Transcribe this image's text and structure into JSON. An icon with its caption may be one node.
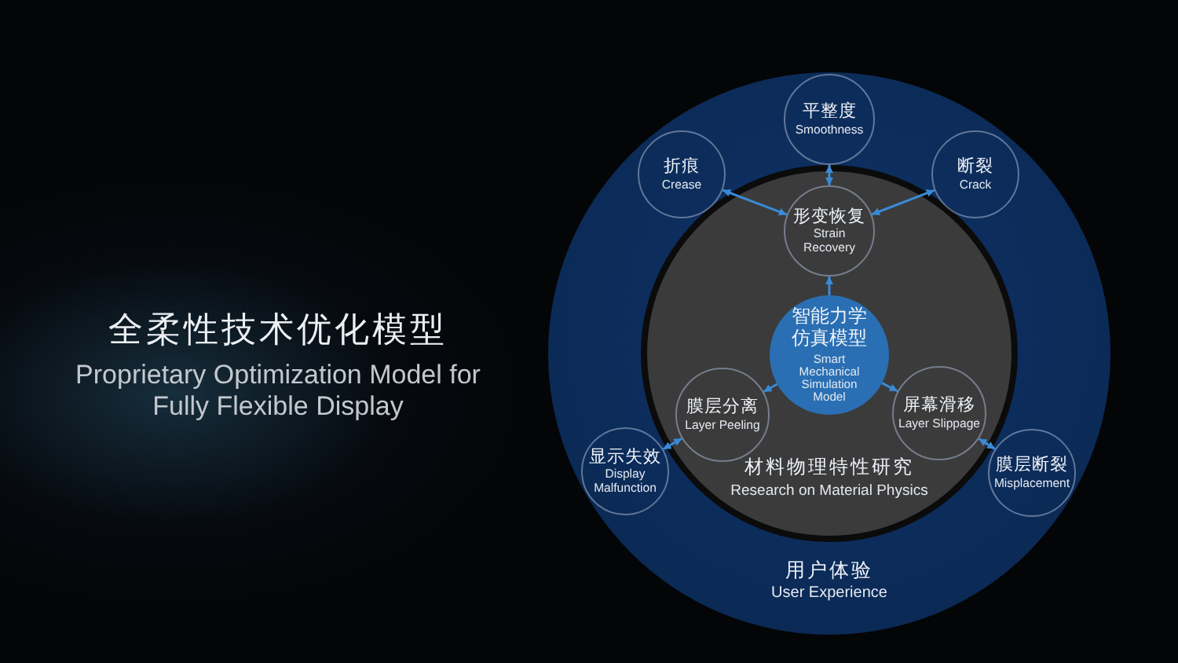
{
  "diagram": {
    "title": "全柔性技术优化模型",
    "nodes": [
      {
        "text": [
          "用户体验",
          "User Experience"
        ]
      },
      {
        "text": [
          "平整度",
          "Smoothness"
        ],
        "in": 0
      },
      {
        "text": [
          "折痕",
          "Crease"
        ],
        "in": 0
      },
      {
        "text": [
          "断裂",
          "Crack"
        ],
        "in": 0
      },
      {
        "text": [
          "材料物理特性研究",
          "Research on Material Physics"
        ],
        "in": 0
      },
      {
        "text": [
          "形变恢复",
          "Strain Recovery"
        ],
        "in": 4
      },
      {
        "text": [
          "智能力学仿真模型",
          "Smart Mechanical Simulation Model"
        ],
        "in": 4
      },
      {
        "text": [
          "膜层分离",
          "Layer Peeling"
        ],
        "in": 4
      },
      {
        "text": [
          "屏幕滑移",
          "Layer Slippage"
        ],
        "in": 4
      },
      {
        "text": [
          "显示失效",
          "Display Malfunction"
        ],
        "in": 0
      },
      {
        "text": [
          "膜层断裂",
          "Misplacement"
        ],
        "in": 0
      }
    ],
    "edges": [
      {
        "from": 5,
        "to": 1,
        "arrow": "both"
      },
      {
        "from": 5,
        "to": 2,
        "arrow": "both"
      },
      {
        "from": 5,
        "to": 3,
        "arrow": "both"
      },
      {
        "from": 6,
        "to": 5,
        "arrow": "to"
      },
      {
        "from": 6,
        "to": 7,
        "arrow": "to"
      },
      {
        "from": 6,
        "to": 8,
        "arrow": "to"
      },
      {
        "from": 7,
        "to": 9,
        "arrow": "both"
      },
      {
        "from": 8,
        "to": 10,
        "arrow": "both"
      }
    ],
    "labels": [
      "Proprietary Optimization Model for Fully Flexible Display"
    ]
  }
}
